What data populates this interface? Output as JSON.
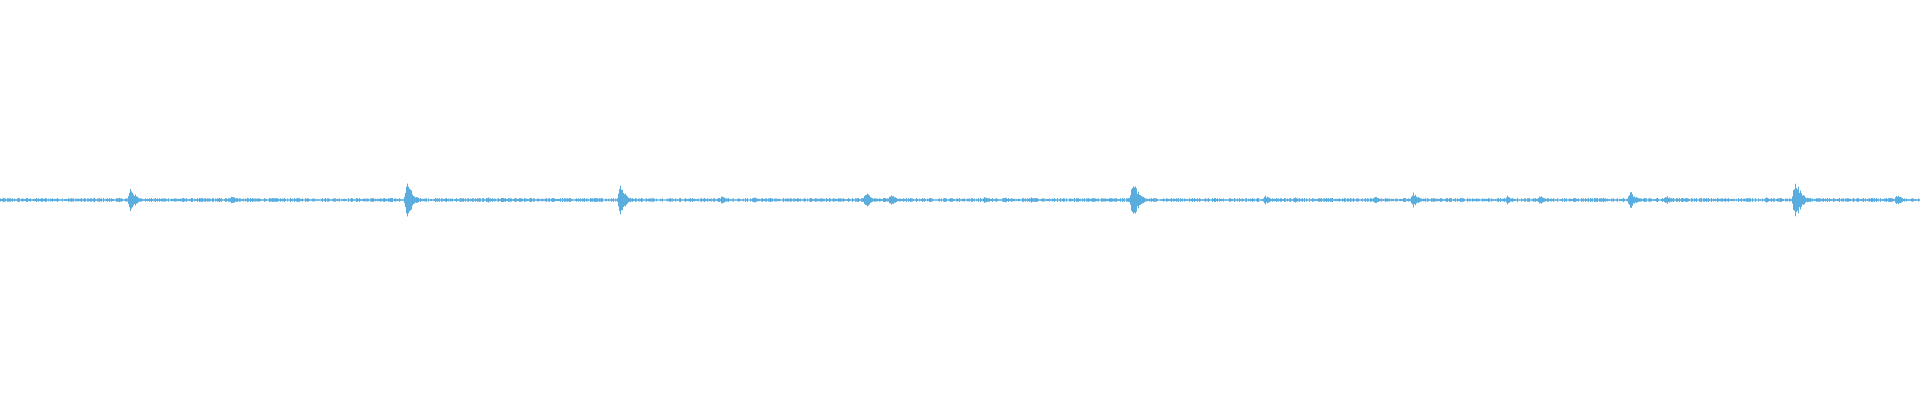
{
  "waveform": {
    "color": "#5aaddf",
    "background": "#ffffff",
    "duration_fraction_bursts": [
      {
        "t": 0.068,
        "amp": 0.034
      },
      {
        "t": 0.121,
        "amp": 0.012
      },
      {
        "t": 0.212,
        "amp": 0.055
      },
      {
        "t": 0.254,
        "amp": 0.008
      },
      {
        "t": 0.323,
        "amp": 0.045
      },
      {
        "t": 0.376,
        "amp": 0.01
      },
      {
        "t": 0.393,
        "amp": 0.007
      },
      {
        "t": 0.451,
        "amp": 0.022
      },
      {
        "t": 0.464,
        "amp": 0.016
      },
      {
        "t": 0.513,
        "amp": 0.009
      },
      {
        "t": 0.523,
        "amp": 0.008
      },
      {
        "t": 0.537,
        "amp": 0.007
      },
      {
        "t": 0.59,
        "amp": 0.06
      },
      {
        "t": 0.659,
        "amp": 0.012
      },
      {
        "t": 0.674,
        "amp": 0.008
      },
      {
        "t": 0.716,
        "amp": 0.01
      },
      {
        "t": 0.736,
        "amp": 0.02
      },
      {
        "t": 0.785,
        "amp": 0.011
      },
      {
        "t": 0.802,
        "amp": 0.012
      },
      {
        "t": 0.849,
        "amp": 0.026
      },
      {
        "t": 0.868,
        "amp": 0.012
      },
      {
        "t": 0.92,
        "amp": 0.007
      },
      {
        "t": 0.935,
        "amp": 0.062
      },
      {
        "t": 0.988,
        "amp": 0.014
      }
    ],
    "baseline_amp": 0.004,
    "center": 0.5
  }
}
